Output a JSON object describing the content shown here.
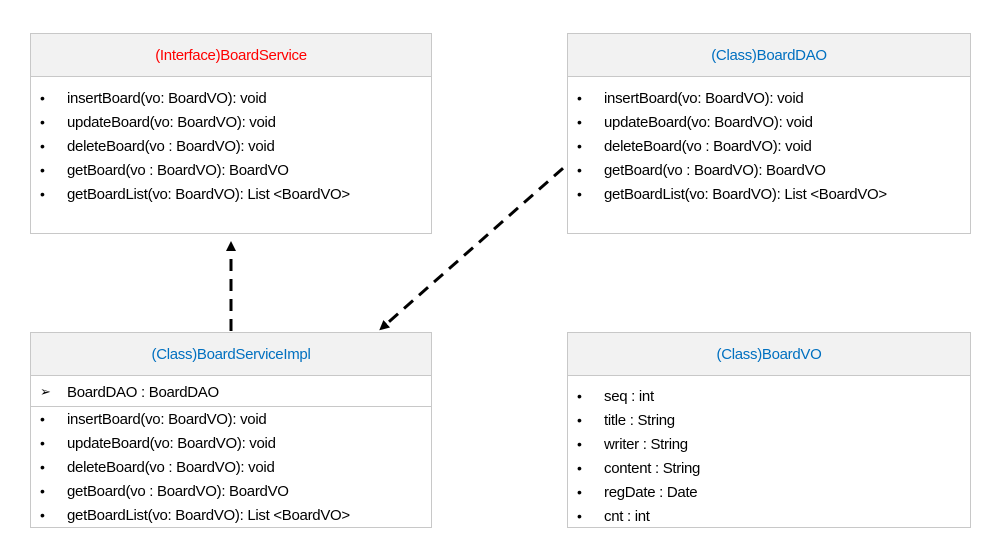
{
  "colors": {
    "interface_title": "#ff0000",
    "class_title": "#0070c0",
    "border": "#c8c8c8",
    "header_bg": "#f2f2f2",
    "connector": "#000000"
  },
  "icons": {
    "method_bullet": "•",
    "attribute_marker": "➢"
  },
  "boxes": {
    "board_service": {
      "title": "(Interface)BoardService",
      "methods": [
        "insertBoard(vo: BoardVO): void",
        "updateBoard(vo: BoardVO): void",
        "deleteBoard(vo : BoardVO): void",
        "getBoard(vo : BoardVO): BoardVO",
        "getBoardList(vo: BoardVO): List <BoardVO>"
      ]
    },
    "board_dao": {
      "title": "(Class)BoardDAO",
      "methods": [
        "insertBoard(vo: BoardVO): void",
        "updateBoard(vo: BoardVO): void",
        "deleteBoard(vo : BoardVO): void",
        "getBoard(vo : BoardVO): BoardVO",
        "getBoardList(vo: BoardVO): List <BoardVO>"
      ]
    },
    "board_service_impl": {
      "title": "(Class)BoardServiceImpl",
      "attribute": "BoardDAO : BoardDAO",
      "methods": [
        "insertBoard(vo: BoardVO): void",
        "updateBoard(vo: BoardVO): void",
        "deleteBoard(vo : BoardVO): void",
        "getBoard(vo : BoardVO): BoardVO",
        "getBoardList(vo: BoardVO): List <BoardVO>"
      ]
    },
    "board_vo": {
      "title": "(Class)BoardVO",
      "fields": [
        "seq : int",
        "title : String",
        "writer : String",
        "content : String",
        "regDate : Date",
        "cnt : int"
      ]
    }
  }
}
